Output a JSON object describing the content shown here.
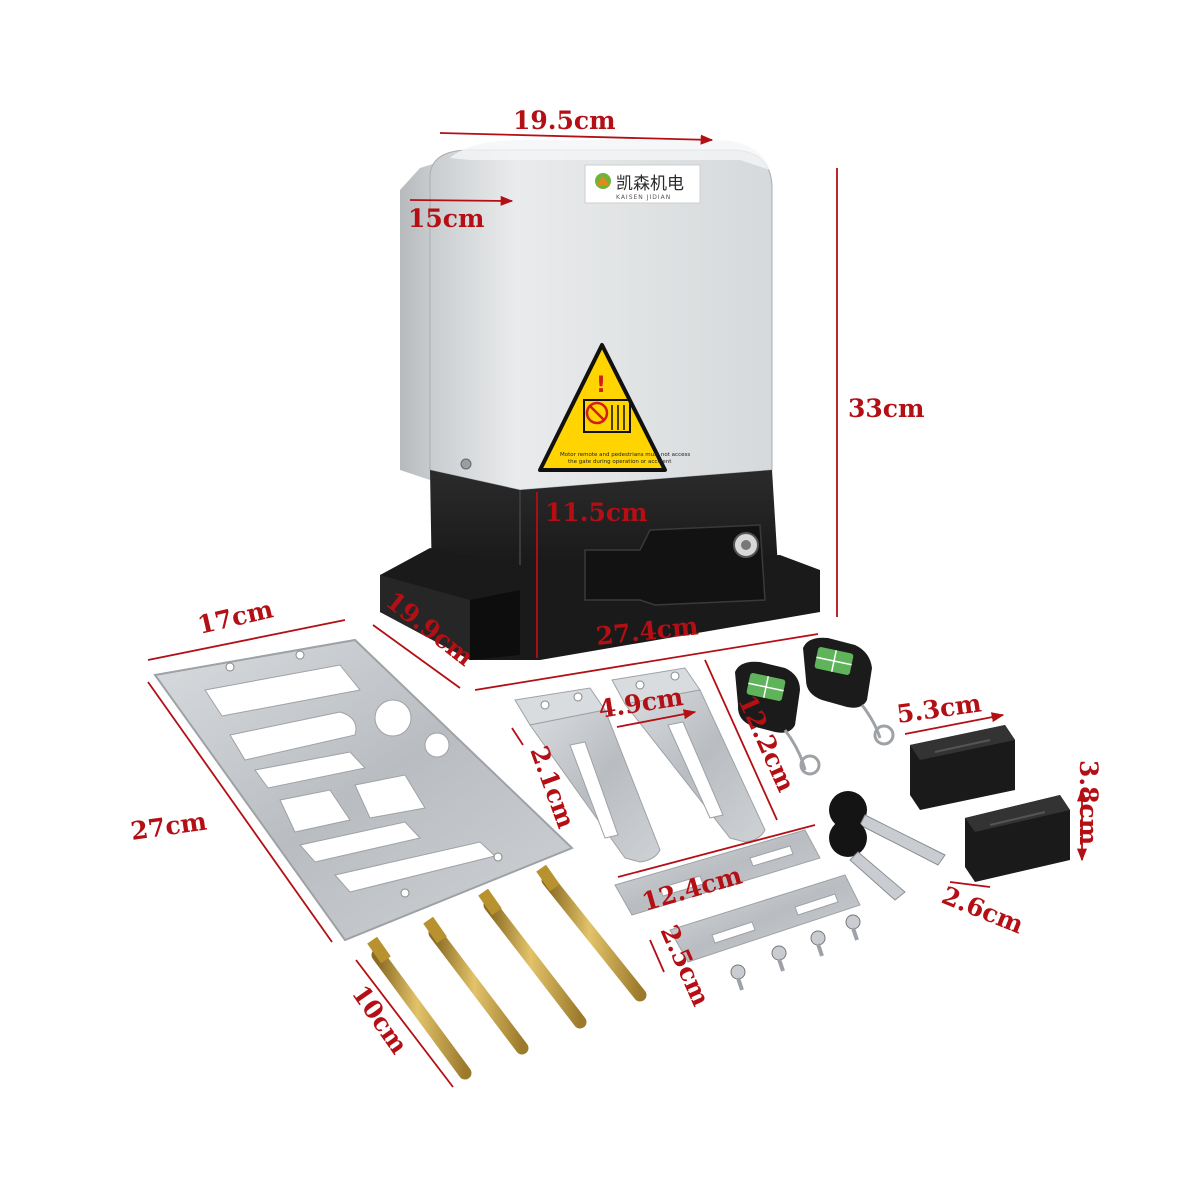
{
  "colors": {
    "dimension": "#b30f14",
    "housing": "#e3e5e6",
    "base": "#1d1d1d",
    "warning": "#ffd400",
    "metal": "#c7cacd",
    "brass": "#c8a24a"
  },
  "icons": [
    "warning-triangle-icon",
    "key-icon",
    "remote-button-icon"
  ],
  "product_label": {
    "brand_cn": "凯森机电",
    "brand_en": "KAISEN JIDIAN",
    "warning_text_1": "Motor remote and pedestrians must not access",
    "warning_text_2": "the gate during operation or accident"
  },
  "dimensions": {
    "motor_width": "19.5cm",
    "motor_depth": "15cm",
    "motor_height": "33cm",
    "base_height": "11.5cm",
    "base_depth": "19.9cm",
    "base_width": "27.4cm",
    "plate_width": "17cm",
    "plate_length": "27cm",
    "bracket_width": "4.9cm",
    "bracket_depth": "2.1cm",
    "bracket_length": "12.2cm",
    "strip_length": "12.4cm",
    "strip_width": "2.5cm",
    "bolt_length": "10cm",
    "magnet_length": "5.3cm",
    "magnet_height": "3.8cm",
    "magnet_width": "2.6cm"
  }
}
